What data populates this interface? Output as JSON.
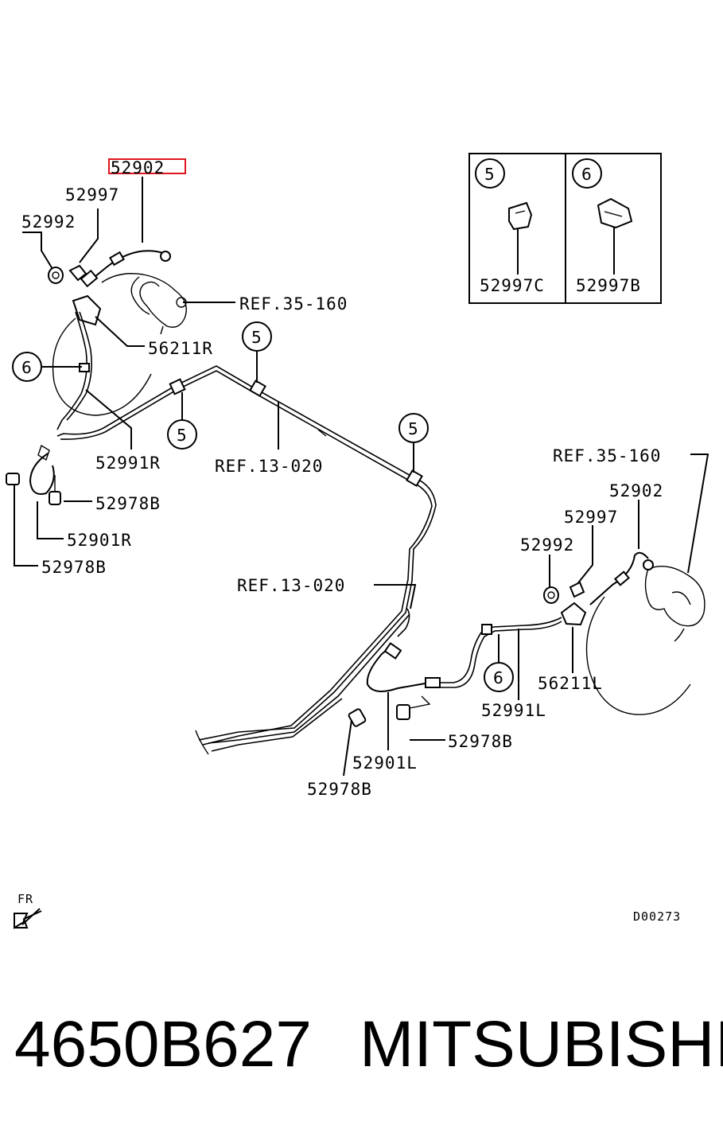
{
  "labels": {
    "highlighted": "52902",
    "l_52997": "52997",
    "l_52992": "52992",
    "ref_35_160_top": "REF.35-160",
    "l_56211R": "56211R",
    "l_52991R": "52991R",
    "ref_13_020_top": "REF.13-020",
    "l_52978B_a": "52978B",
    "l_52901R": "52901R",
    "l_52978B_b": "52978B",
    "ref_35_160_right": "REF.35-160",
    "l_52902_right": "52902",
    "l_52997_right": "52997",
    "l_52992_right": "52992",
    "ref_13_020_mid": "REF.13-020",
    "l_56211L": "56211L",
    "l_52991L": "52991L",
    "l_52978B_c": "52978B",
    "l_52901L": "52901L",
    "l_52978B_d": "52978B",
    "fr": "FR",
    "diagram_code": "D00273"
  },
  "callouts": {
    "c5_a": "5",
    "c5_b": "5",
    "c5_c": "5",
    "c6_a": "6",
    "c6_b": "6"
  },
  "inset": {
    "left_num": "5",
    "right_num": "6",
    "left_part": "52997C",
    "right_part": "52997B"
  },
  "footer": {
    "part_number": "4650B627",
    "brand": "MITSUBISHI"
  },
  "colors": {
    "highlight": "#e0141e",
    "line": "#000000"
  }
}
